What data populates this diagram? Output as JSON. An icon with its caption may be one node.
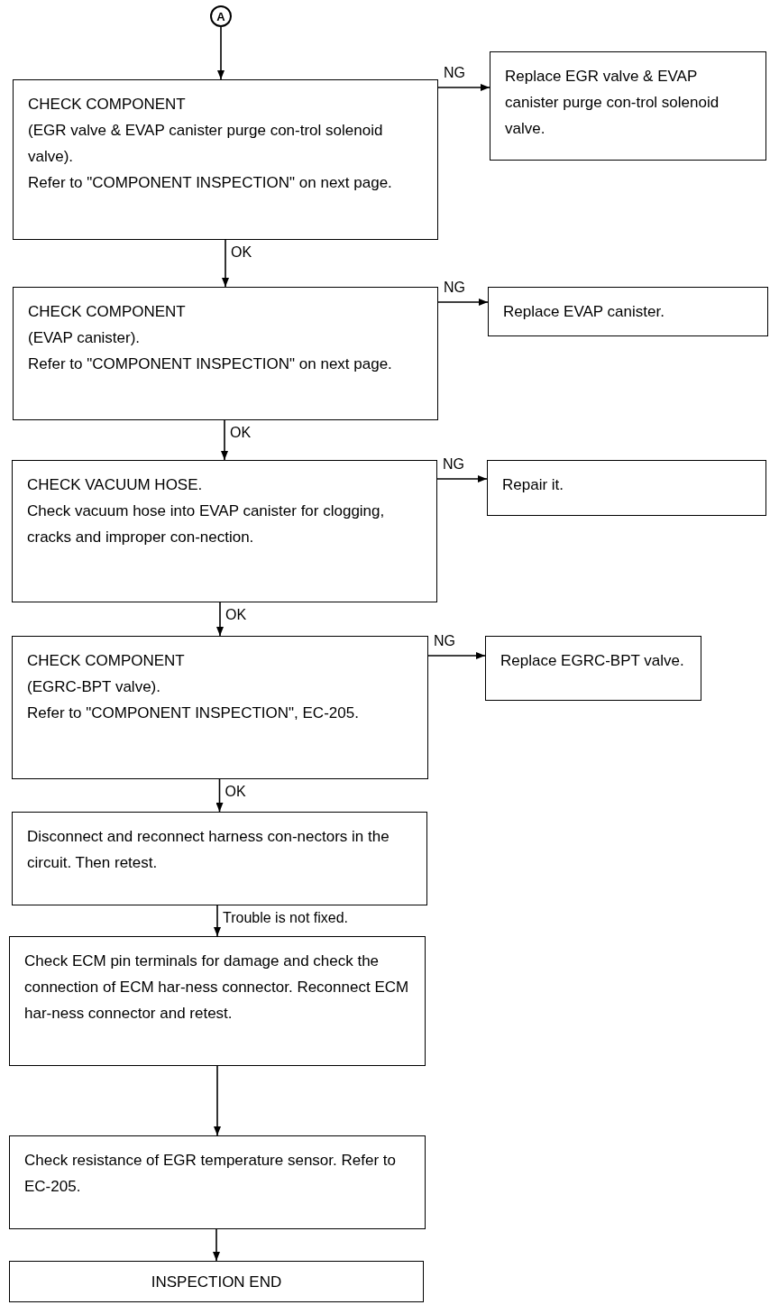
{
  "diagram": {
    "nodes": [
      {
        "text": [
          "A"
        ]
      },
      {
        "text": [
          "CHECK COMPONENT",
          "(EGR valve & EVAP canister purge con-trol solenoid valve).",
          "Refer to \"COMPONENT INSPECTION\" on next page."
        ]
      },
      {
        "text": [
          "Replace EGR valve & EVAP canister purge con-trol solenoid valve."
        ]
      },
      {
        "text": [
          "CHECK COMPONENT",
          "(EVAP canister).",
          "Refer to \"COMPONENT INSPECTION\" on next page."
        ]
      },
      {
        "text": [
          "Replace EVAP canister."
        ]
      },
      {
        "text": [
          "CHECK VACUUM HOSE.",
          "Check vacuum hose into EVAP canister for clogging, cracks and improper con-nection."
        ]
      },
      {
        "text": [
          "Repair it."
        ]
      },
      {
        "text": [
          "CHECK COMPONENT",
          "(EGRC-BPT valve).",
          "Refer to \"COMPONENT INSPECTION\", EC-205."
        ]
      },
      {
        "text": [
          "Replace EGRC-BPT valve."
        ]
      },
      {
        "text": [
          "Disconnect and reconnect harness con-nectors in the circuit. Then retest."
        ]
      },
      {
        "text": [
          "Check ECM pin terminals for damage and check the connection of ECM har-ness connector. Reconnect ECM har-ness connector and retest."
        ]
      },
      {
        "text": [
          "Check resistance of EGR temperature sensor. Refer to EC-205."
        ]
      },
      {
        "text": [
          "INSPECTION END"
        ]
      }
    ],
    "edges": [
      {
        "from": 0,
        "to": 1,
        "arrow": "to"
      },
      {
        "from": 1,
        "to": 2,
        "arrow": "to",
        "label": "NG"
      },
      {
        "from": 1,
        "to": 3,
        "arrow": "to",
        "label": "OK"
      },
      {
        "from": 3,
        "to": 4,
        "arrow": "to",
        "label": "NG"
      },
      {
        "from": 3,
        "to": 5,
        "arrow": "to",
        "label": "OK"
      },
      {
        "from": 5,
        "to": 6,
        "arrow": "to",
        "label": "NG"
      },
      {
        "from": 5,
        "to": 7,
        "arrow": "to",
        "label": "OK"
      },
      {
        "from": 7,
        "to": 8,
        "arrow": "to",
        "label": "NG"
      },
      {
        "from": 7,
        "to": 9,
        "arrow": "to",
        "label": "OK"
      },
      {
        "from": 9,
        "to": 10,
        "arrow": "to",
        "label": "Trouble is not fixed."
      },
      {
        "from": 10,
        "to": 11,
        "arrow": "to"
      },
      {
        "from": 11,
        "to": 12,
        "arrow": "to"
      }
    ]
  }
}
